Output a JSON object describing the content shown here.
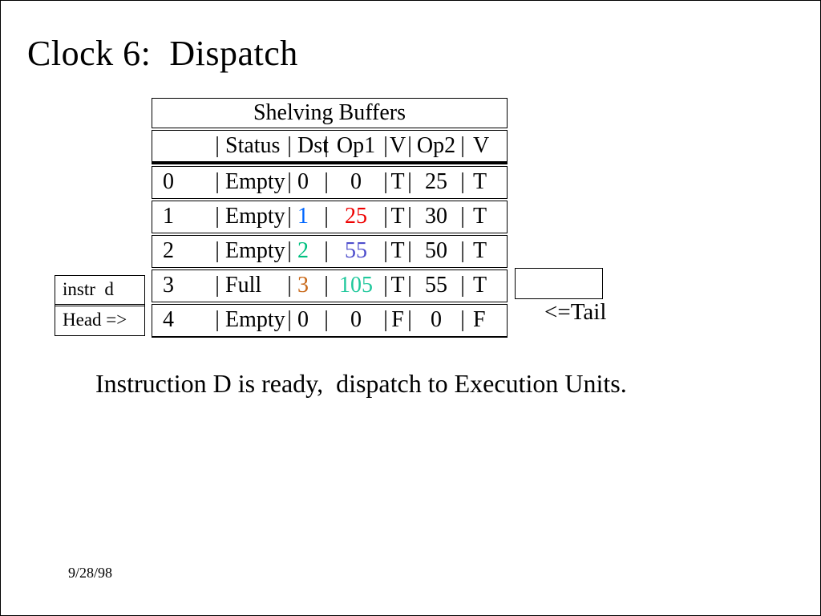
{
  "slide": {
    "title": "Clock 6:  Dispatch",
    "caption": "Instruction D is ready,  dispatch to Execution Units.",
    "date": "9/28/98"
  },
  "pointers": {
    "instr_label": "instr  d",
    "head_label": "Head =>",
    "tail_label": "<=Tail"
  },
  "table": {
    "title": "Shelving Buffers",
    "pipe": "|",
    "header": {
      "status": "Status",
      "dst": "Dst",
      "op1": "Op1",
      "v1": "V",
      "op2": "Op2",
      "v2": "V"
    },
    "rows": [
      {
        "idx": "0",
        "status": "Empty",
        "dst": "0",
        "dst_style": "color:#000000",
        "op1": "0",
        "op1_style": "color:#000000",
        "v1": "T",
        "op2": "25",
        "v2": "T"
      },
      {
        "idx": "1",
        "status": "Empty",
        "dst": "1",
        "dst_style": "color:#0066FF",
        "op1": "25",
        "op1_style": "color:#EE0000",
        "v1": "T",
        "op2": "30",
        "v2": "T"
      },
      {
        "idx": "2",
        "status": "Empty",
        "dst": "2",
        "dst_style": "color:#00C080",
        "op1": "55",
        "op1_style": "color:#4D4DCC",
        "v1": "T",
        "op2": "50",
        "v2": "T"
      },
      {
        "idx": "3",
        "status": "Full",
        "dst": "3",
        "dst_style": "color:#C86818",
        "op1": "105",
        "op1_style": "color:#20C89C",
        "v1": "T",
        "op2": "55",
        "v2": "T"
      },
      {
        "idx": "4",
        "status": "Empty",
        "dst": "0",
        "dst_style": "color:#000000",
        "op1": "0",
        "op1_style": "color:#000000",
        "v1": "F",
        "op2": "0",
        "v2": "F"
      }
    ]
  },
  "colors": {
    "background": "#FFFFFF",
    "foreground": "#000000",
    "accent_blue": "#0066FF",
    "accent_red": "#EE0000",
    "accent_green": "#00C080",
    "accent_violet": "#4D4DCC",
    "accent_orange": "#C86818",
    "accent_teal": "#20C89C"
  }
}
